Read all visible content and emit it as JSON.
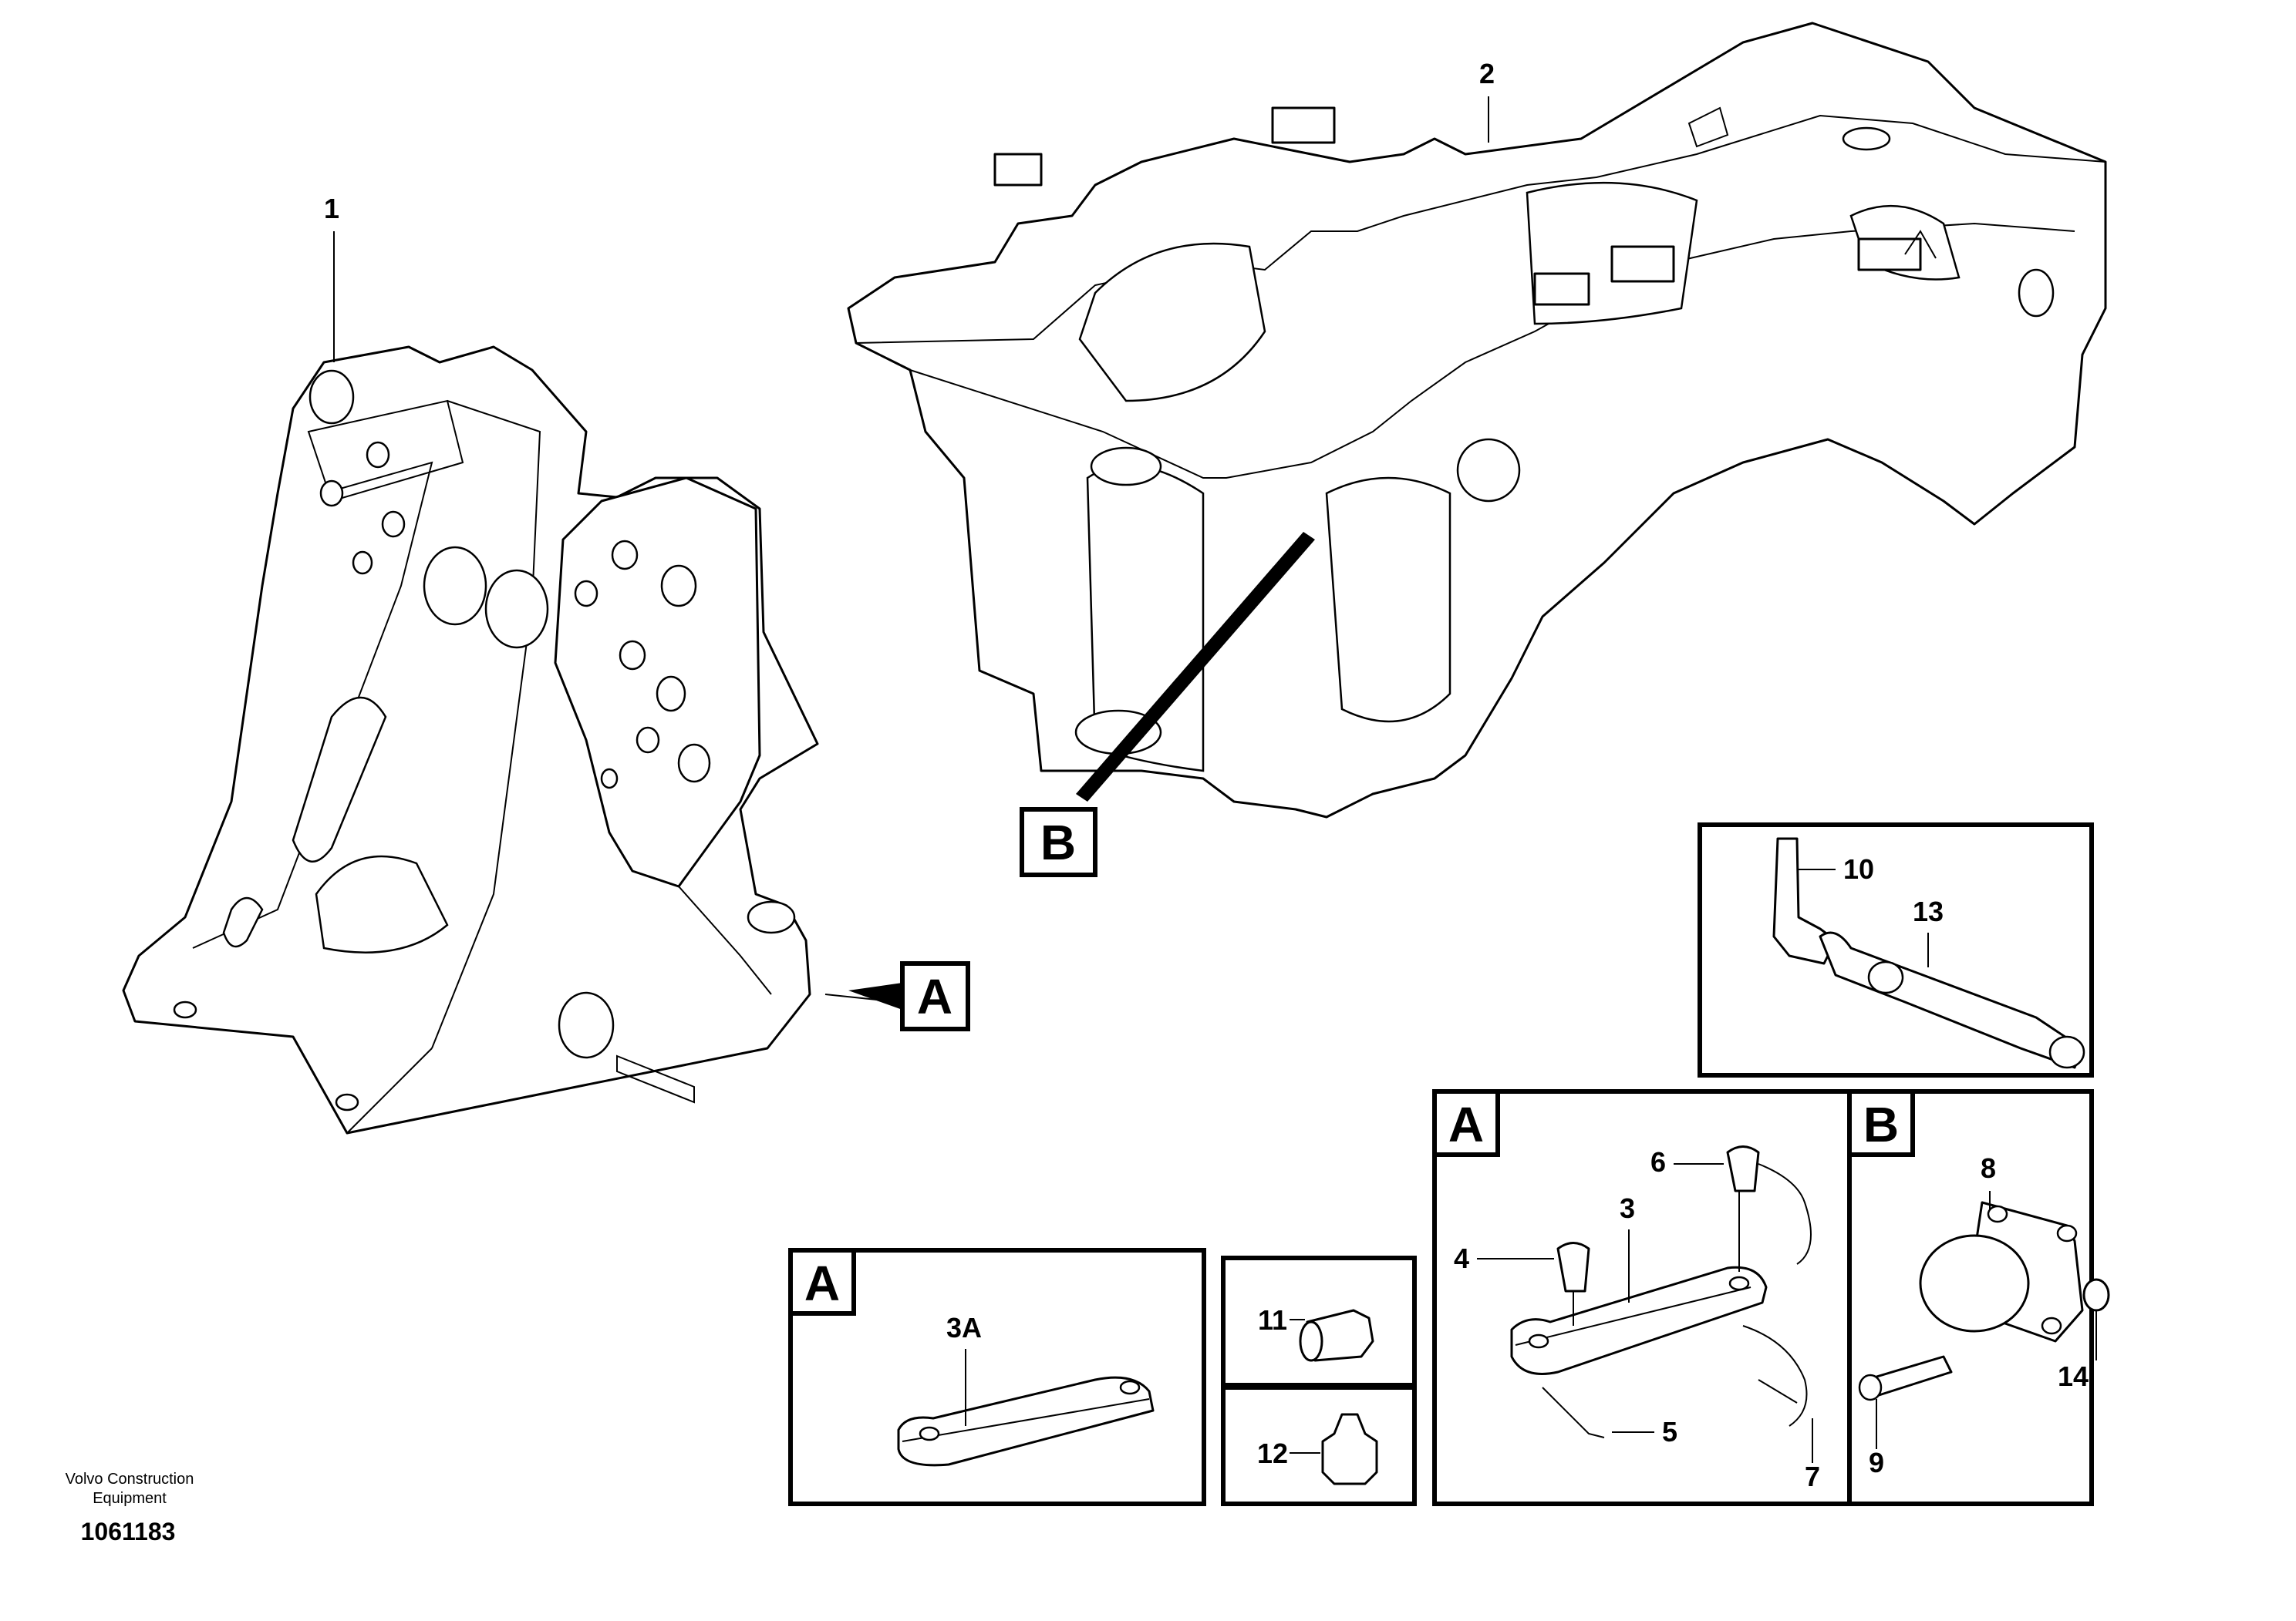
{
  "callouts": {
    "c1": "1",
    "c2": "2",
    "c3": "3",
    "c3a": "3A",
    "c4": "4",
    "c5": "5",
    "c6": "6",
    "c7": "7",
    "c8": "8",
    "c9": "9",
    "c10": "10",
    "c11": "11",
    "c12": "12",
    "c13": "13",
    "c14": "14"
  },
  "view_labels": {
    "a_main": "A",
    "b_main": "B",
    "a_detail_large": "A",
    "b_detail": "B",
    "a_detail_small": "A"
  },
  "footer": {
    "brand_line1": "Volvo Construction",
    "brand_line2": "Equipment",
    "doc_number": "1061183"
  }
}
